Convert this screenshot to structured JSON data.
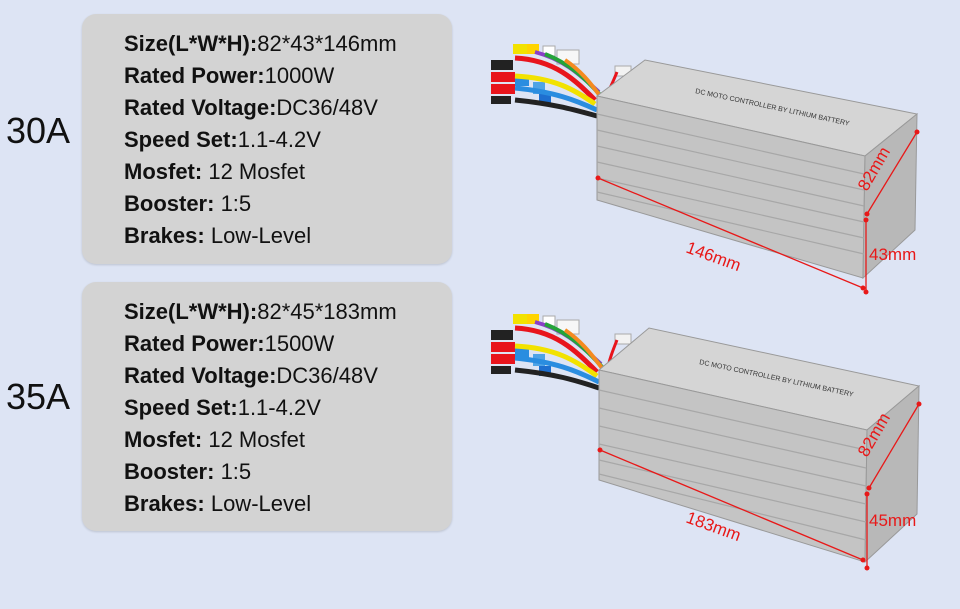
{
  "colors": {
    "background": "#dde4f4",
    "card": "#d3d3d3",
    "dimension_line": "#e81818",
    "housing": "#c9c9c9"
  },
  "products": [
    {
      "rating": "30A",
      "specs": [
        {
          "key": "Size(L*W*H):",
          "value": "82*43*146mm"
        },
        {
          "key": "Rated Power:",
          "value": "1000W"
        },
        {
          "key": "Rated Voltage:",
          "value": "DC36/48V"
        },
        {
          "key": "Speed Set:",
          "value": "1.1-4.2V"
        },
        {
          "key": "Mosfet:",
          "value": " 12 Mosfet"
        },
        {
          "key": "Booster:",
          "value": " 1:5"
        },
        {
          "key": "Brakes:",
          "value": " Low-Level"
        }
      ],
      "dimensions": {
        "length": "146mm",
        "width": "82mm",
        "height": "43mm"
      },
      "label_text": "DC MOTO CONTROLLER BY LITHIUM BATTERY"
    },
    {
      "rating": "35A",
      "specs": [
        {
          "key": "Size(L*W*H):",
          "value": "82*45*183mm"
        },
        {
          "key": "Rated Power:",
          "value": "1500W"
        },
        {
          "key": "Rated Voltage:",
          "value": "DC36/48V"
        },
        {
          "key": "Speed Set:",
          "value": "1.1-4.2V"
        },
        {
          "key": "Mosfet:",
          "value": " 12 Mosfet"
        },
        {
          "key": "Booster:",
          "value": " 1:5"
        },
        {
          "key": "Brakes:",
          "value": " Low-Level"
        }
      ],
      "dimensions": {
        "length": "183mm",
        "width": "82mm",
        "height": "45mm"
      },
      "label_text": "DC MOTO CONTROLLER BY LITHIUM BATTERY"
    }
  ]
}
